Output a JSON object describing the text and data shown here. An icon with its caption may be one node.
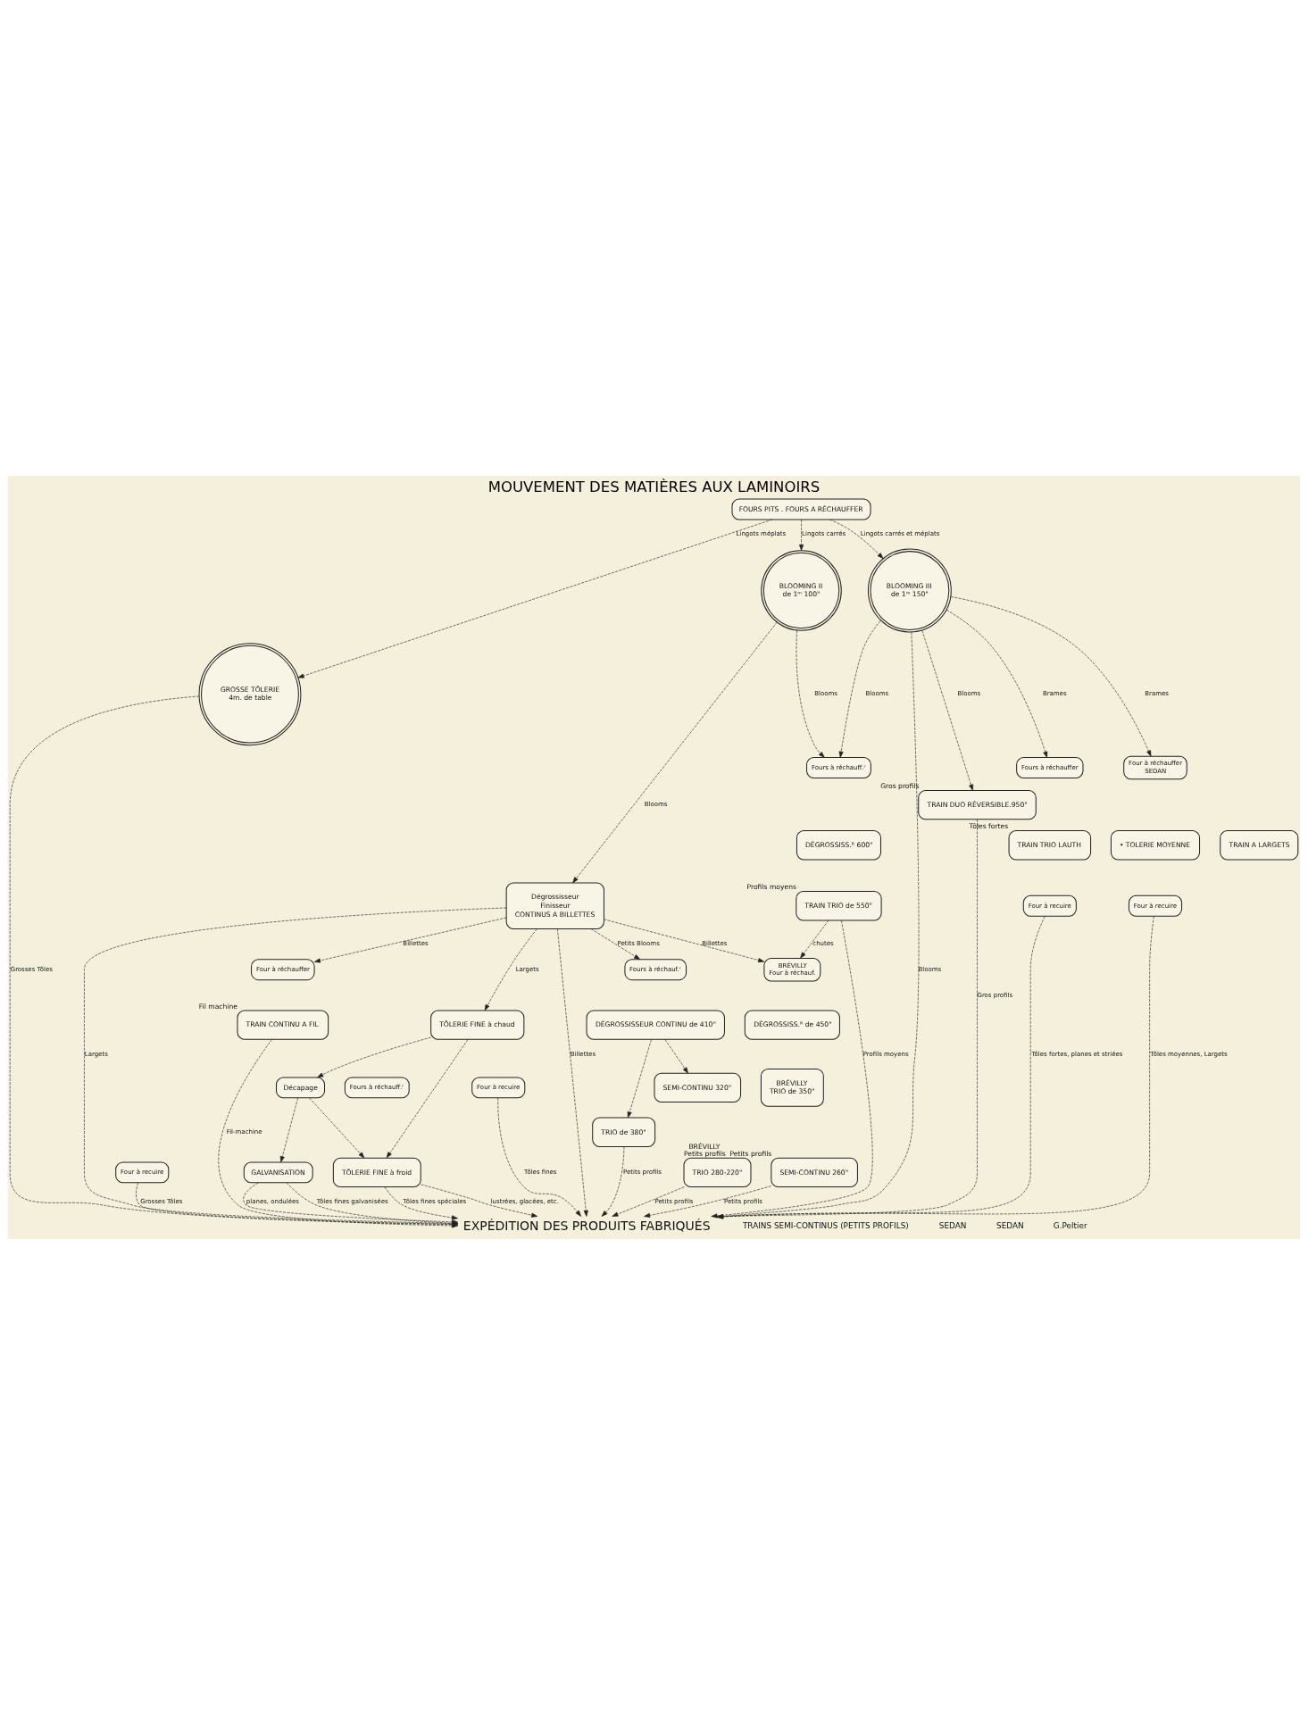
{
  "diagram": {
    "title": "MOUVEMENT DES MATIÈRES AUX LAMINOIRS",
    "nodes": [
      {
        "text": [
          "FOURS PITS . FOURS A RÉCHAUFFER"
        ]
      },
      {
        "text": [
          "BLOOMING II",
          "de 1ᵐ 100\""
        ]
      },
      {
        "text": [
          "BLOOMING III",
          "de 1ᵐ 150\""
        ]
      },
      {
        "text": [
          "GROSSE TÔLERIE",
          "4m. de table"
        ]
      },
      {
        "text": [
          "Four à recuire"
        ]
      },
      {
        "text": [
          "Fours à réchauff.ʳ"
        ]
      },
      {
        "text": [
          "DÉGROSSISS.ᴿ 600\""
        ]
      },
      {
        "text": [
          "TRAIN TRIO de 550\""
        ],
        "beside": [
          "Profils moyens"
        ]
      },
      {
        "text": [
          "Dégrossisseur",
          "Finisseur",
          "CONTINUS A BILLETTES"
        ]
      },
      {
        "text": [
          "TRAIN DUO RÉVERSIBLE.950\""
        ],
        "beside": [
          "Gros profils"
        ]
      },
      {
        "text": [
          "Fours à réchauffer"
        ]
      },
      {
        "text": [
          "TRAIN TRIO LAUTH"
        ],
        "beside": [
          "Tôles fortes"
        ]
      },
      {
        "text": [
          "Four à recuire"
        ]
      },
      {
        "text": [
          "Four à réchauffer",
          "SEDAN"
        ]
      },
      {
        "text": [
          "TRAIN A LARGETS"
        ]
      },
      {
        "text": [
          "• TOLERIE MOYENNE"
        ]
      },
      {
        "text": [
          "Four à recuire"
        ]
      },
      {
        "text": [
          "Fours à réchauf.ʳ"
        ]
      },
      {
        "text": [
          "DÉGROSSISSEUR CONTINU de 410\""
        ]
      },
      {
        "text": [
          "TRIO de 380\""
        ]
      },
      {
        "text": [
          "SEMI-CONTINU 320\""
        ]
      },
      {
        "text": [
          "SEMI-CONTINU 260\""
        ],
        "beside": [
          "Petits profils"
        ]
      },
      {
        "text": [
          "BRÉVILLY",
          "Four à réchauf."
        ]
      },
      {
        "text": [
          "DÉGROSSISS.ᴿ de 450\""
        ]
      },
      {
        "text": [
          "BRÉVILLY",
          "TRIO de 350\""
        ]
      },
      {
        "text": [
          "TRIO 280-220\""
        ],
        "beside": [
          "BRÉVILLY",
          "Petits profils"
        ]
      },
      {
        "text": [
          "Four à réchauffer"
        ]
      },
      {
        "text": [
          "TRAIN CONTINU A FIL"
        ],
        "beside": [
          "Fil machine"
        ]
      },
      {
        "text": [
          "TÔLERIE FINE à chaud"
        ]
      },
      {
        "text": [
          "Four à recuire"
        ]
      },
      {
        "text": [
          "Fours à réchauff.ʳ"
        ]
      },
      {
        "text": [
          "TÔLERIE FINE à froid"
        ]
      },
      {
        "text": [
          "Décapage"
        ]
      },
      {
        "text": [
          "GALVANISATION"
        ]
      },
      {
        "text": [
          "EXPÉDITION DES PRODUITS FABRIQUÉS"
        ]
      }
    ],
    "edges": [
      {
        "from": 0,
        "to": 1,
        "arrow": "to",
        "label": "Lingots carrés",
        "style": "dashed"
      },
      {
        "from": 0,
        "to": 2,
        "arrow": "to",
        "label": "Lingots carrés et méplats",
        "style": "dashed"
      },
      {
        "from": 0,
        "to": 3,
        "arrow": "to",
        "label": "Lingots méplats",
        "style": "dashed"
      },
      {
        "from": 1,
        "to": 8,
        "arrow": "to",
        "label": "Blooms",
        "style": "dashed"
      },
      {
        "from": 1,
        "to": 5,
        "arrow": "to",
        "label": "Blooms",
        "style": "dashed"
      },
      {
        "from": 2,
        "to": 5,
        "arrow": "to",
        "label": "Blooms",
        "style": "dashed"
      },
      {
        "from": 2,
        "to": 9,
        "arrow": "to",
        "label": "Blooms",
        "style": "dashed"
      },
      {
        "from": 2,
        "to": 34,
        "arrow": "to",
        "label": "Blooms",
        "style": "dashed"
      },
      {
        "from": 2,
        "to": 13,
        "arrow": "to",
        "label": "Brames",
        "style": "dashed"
      },
      {
        "from": 2,
        "to": 10,
        "arrow": "to",
        "label": "Brames",
        "style": "dashed"
      },
      {
        "from": 3,
        "to": 34,
        "arrow": "to",
        "label": "Grosses Tôles",
        "style": "dashed"
      },
      {
        "from": 4,
        "to": 34,
        "arrow": "to",
        "label": "Grosses Tôles",
        "style": "dashed"
      },
      {
        "from": 8,
        "to": 17,
        "arrow": "to",
        "label": "Petits Blooms",
        "style": "dashed"
      },
      {
        "from": 8,
        "to": 22,
        "arrow": "to",
        "label": "Billettes",
        "style": "dashed"
      },
      {
        "from": 8,
        "to": 26,
        "arrow": "to",
        "label": "Billettes",
        "style": "dashed"
      },
      {
        "from": 8,
        "to": 28,
        "arrow": "to",
        "label": "Largets",
        "style": "dashed"
      },
      {
        "from": 8,
        "to": 34,
        "arrow": "to",
        "label": "Billettes",
        "style": "dashed"
      },
      {
        "from": 8,
        "to": 34,
        "arrow": "to",
        "label": "Largets",
        "style": "dashed"
      },
      {
        "from": 7,
        "to": 22,
        "arrow": "to",
        "label": "chutes",
        "style": "dashed"
      },
      {
        "from": 7,
        "to": 34,
        "arrow": "to",
        "label": "Profils moyens",
        "style": "dashed"
      },
      {
        "from": 9,
        "to": 34,
        "arrow": "to",
        "label": "Gros profils",
        "style": "dashed"
      },
      {
        "from": 18,
        "to": 19,
        "arrow": "to",
        "style": "dashed"
      },
      {
        "from": 18,
        "to": 20,
        "arrow": "to",
        "style": "dashed"
      },
      {
        "from": 19,
        "to": 34,
        "arrow": "to",
        "label": "Petits profils",
        "style": "dashed"
      },
      {
        "from": 21,
        "to": 34,
        "arrow": "to",
        "label": "Petits profils",
        "style": "dashed"
      },
      {
        "from": 25,
        "to": 34,
        "arrow": "to",
        "label": "Petits profils",
        "style": "dashed"
      },
      {
        "from": 27,
        "to": 34,
        "arrow": "to",
        "label": "Fil-machine",
        "style": "dashed"
      },
      {
        "from": 12,
        "to": 34,
        "arrow": "to",
        "label": "Tôles fortes, planes et striées",
        "style": "dashed"
      },
      {
        "from": 16,
        "to": 34,
        "arrow": "to",
        "label": "Tôles moyennes, Largets",
        "style": "dashed"
      },
      {
        "from": 28,
        "to": 31,
        "arrow": "to",
        "style": "dashed"
      },
      {
        "from": 28,
        "to": 32,
        "arrow": "to",
        "style": "dashed"
      },
      {
        "from": 32,
        "to": 31,
        "arrow": "to",
        "style": "dashed"
      },
      {
        "from": 32,
        "to": 33,
        "arrow": "to",
        "style": "dashed"
      },
      {
        "from": 29,
        "to": 34,
        "arrow": "to",
        "label": "Tôles fines",
        "style": "dashed"
      },
      {
        "from": 31,
        "to": 34,
        "arrow": "to",
        "label": "Tôles fines spéciales",
        "style": "dashed"
      },
      {
        "from": 31,
        "to": 34,
        "arrow": "to",
        "label": "lustrées, glacées, etc.",
        "style": "dashed"
      },
      {
        "from": 33,
        "to": 34,
        "arrow": "to",
        "label": "Tôles fines galvanisées",
        "style": "dashed"
      },
      {
        "from": 33,
        "to": 34,
        "arrow": "to",
        "label": "planes, ondulées",
        "style": "dashed"
      }
    ],
    "labels": [
      "TRAINS SEMI-CONTINUS (PETITS PROFILS)",
      "SEDAN",
      "SEDAN",
      "G.Peltier"
    ]
  }
}
